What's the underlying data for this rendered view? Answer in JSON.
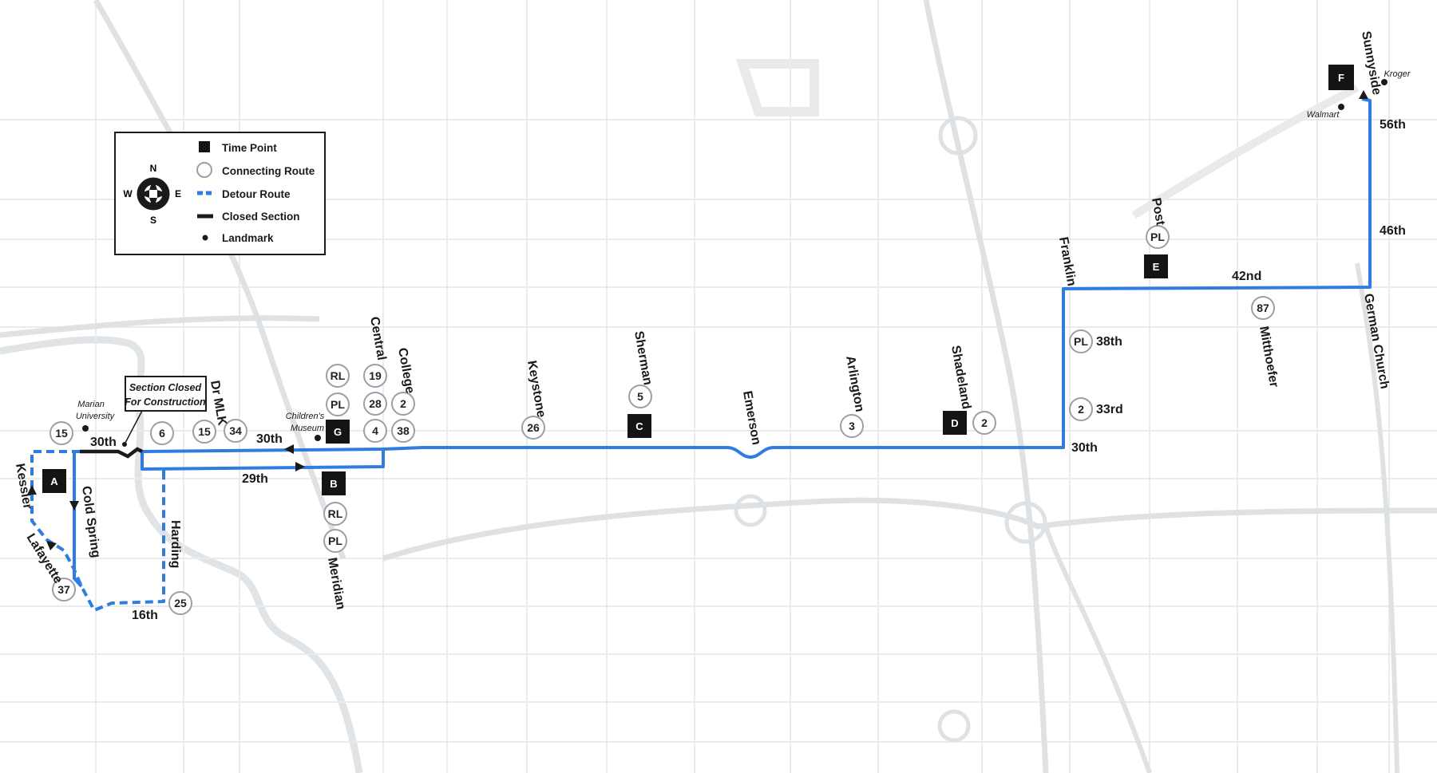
{
  "colors": {
    "route": "#2f7de1",
    "closed": "#1a1a1a",
    "timepoint": "#141414",
    "circle_stroke": "#9aa0a6",
    "basemap": "#e6e8ea"
  },
  "legend": {
    "items": [
      {
        "icon": "time-point-square-icon",
        "label": "Time Point"
      },
      {
        "icon": "connecting-route-circle-icon",
        "label": "Connecting Route"
      },
      {
        "icon": "detour-route-dashed-line-icon",
        "label": "Detour Route"
      },
      {
        "icon": "closed-section-line-icon",
        "label": "Closed Section"
      },
      {
        "icon": "landmark-dot-icon",
        "label": "Landmark"
      }
    ],
    "compass": {
      "n": "N",
      "s": "S",
      "e": "E",
      "w": "W"
    }
  },
  "callout": {
    "line1": "Section Closed",
    "line2": "For Construction"
  },
  "time_points": [
    "A",
    "B",
    "C",
    "D",
    "E",
    "F",
    "G"
  ],
  "connecting_routes": [
    "15",
    "6",
    "15",
    "34",
    "RL",
    "PL",
    "19",
    "28",
    "4",
    "2",
    "38",
    "RL",
    "PL",
    "26",
    "5",
    "3",
    "2",
    "PL",
    "2",
    "PL",
    "87",
    "37",
    "25"
  ],
  "streets": {
    "s30th_w": "30th",
    "s30th_mid": "30th",
    "s30th_e": "30th",
    "s29th": "29th",
    "s16th": "16th",
    "kessler": "Kessler",
    "cold_spring": "Cold Spring",
    "lafayette": "Lafayette",
    "harding": "Harding",
    "dr_mlk": "Dr MLK",
    "meridian": "Meridian",
    "central": "Central",
    "college": "College",
    "keystone": "Keystone",
    "sherman": "Sherman",
    "emerson": "Emerson",
    "arlington": "Arlington",
    "shadeland": "Shadeland",
    "franklin": "Franklin",
    "post": "Post",
    "mitthoefer": "Mitthoefer",
    "german_church": "German Church",
    "sunnyside": "Sunnyside",
    "s33rd": "33rd",
    "s38th": "38th",
    "s42nd": "42nd",
    "s46th": "46th",
    "s56th": "56th"
  },
  "landmarks": {
    "marian_1": "Marian",
    "marian_2": "University",
    "childrens_1": "Children's",
    "childrens_2": "Museum",
    "walmart": "Walmart",
    "kroger": "Kroger"
  }
}
